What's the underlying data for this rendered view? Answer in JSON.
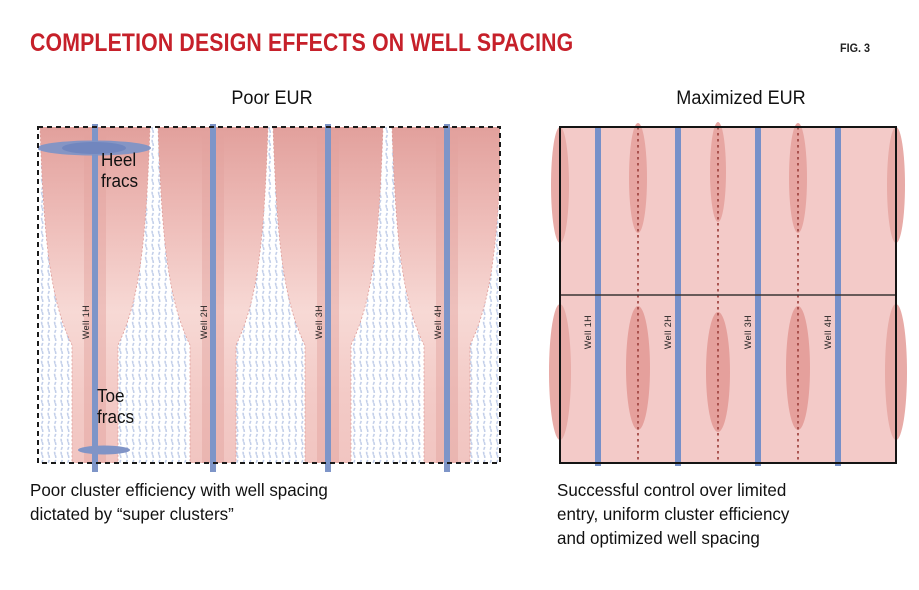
{
  "header": {
    "title": "COMPLETION DESIGN EFFECTS ON WELL SPACING",
    "fig_label": "FIG. 3"
  },
  "left_panel": {
    "title": "Poor EUR",
    "heel_label": "Heel fracs",
    "toe_label": "Toe fracs",
    "wells": [
      "Well 1H",
      "Well 2H",
      "Well 3H",
      "Well 4H"
    ],
    "caption_lines": [
      "Poor cluster efficiency with well spacing",
      "dictated by “super clusters”"
    ]
  },
  "right_panel": {
    "title": "Maximized EUR",
    "wells": [
      "Well 1H",
      "Well 2H",
      "Well 3H",
      "Well 4H"
    ],
    "caption_lines": [
      "Successful control over limited",
      "entry, uniform cluster efficiency",
      "and optimized well spacing"
    ]
  },
  "colors": {
    "title_red": "#c6202a",
    "well_blue": "#7e95c8",
    "frac_pink_light": "#f3cac8",
    "frac_pink_dark": "#e2a09c",
    "hatch_blue": "#c3cfe9",
    "dotted_red": "#a34a46",
    "border_black": "#141414"
  }
}
